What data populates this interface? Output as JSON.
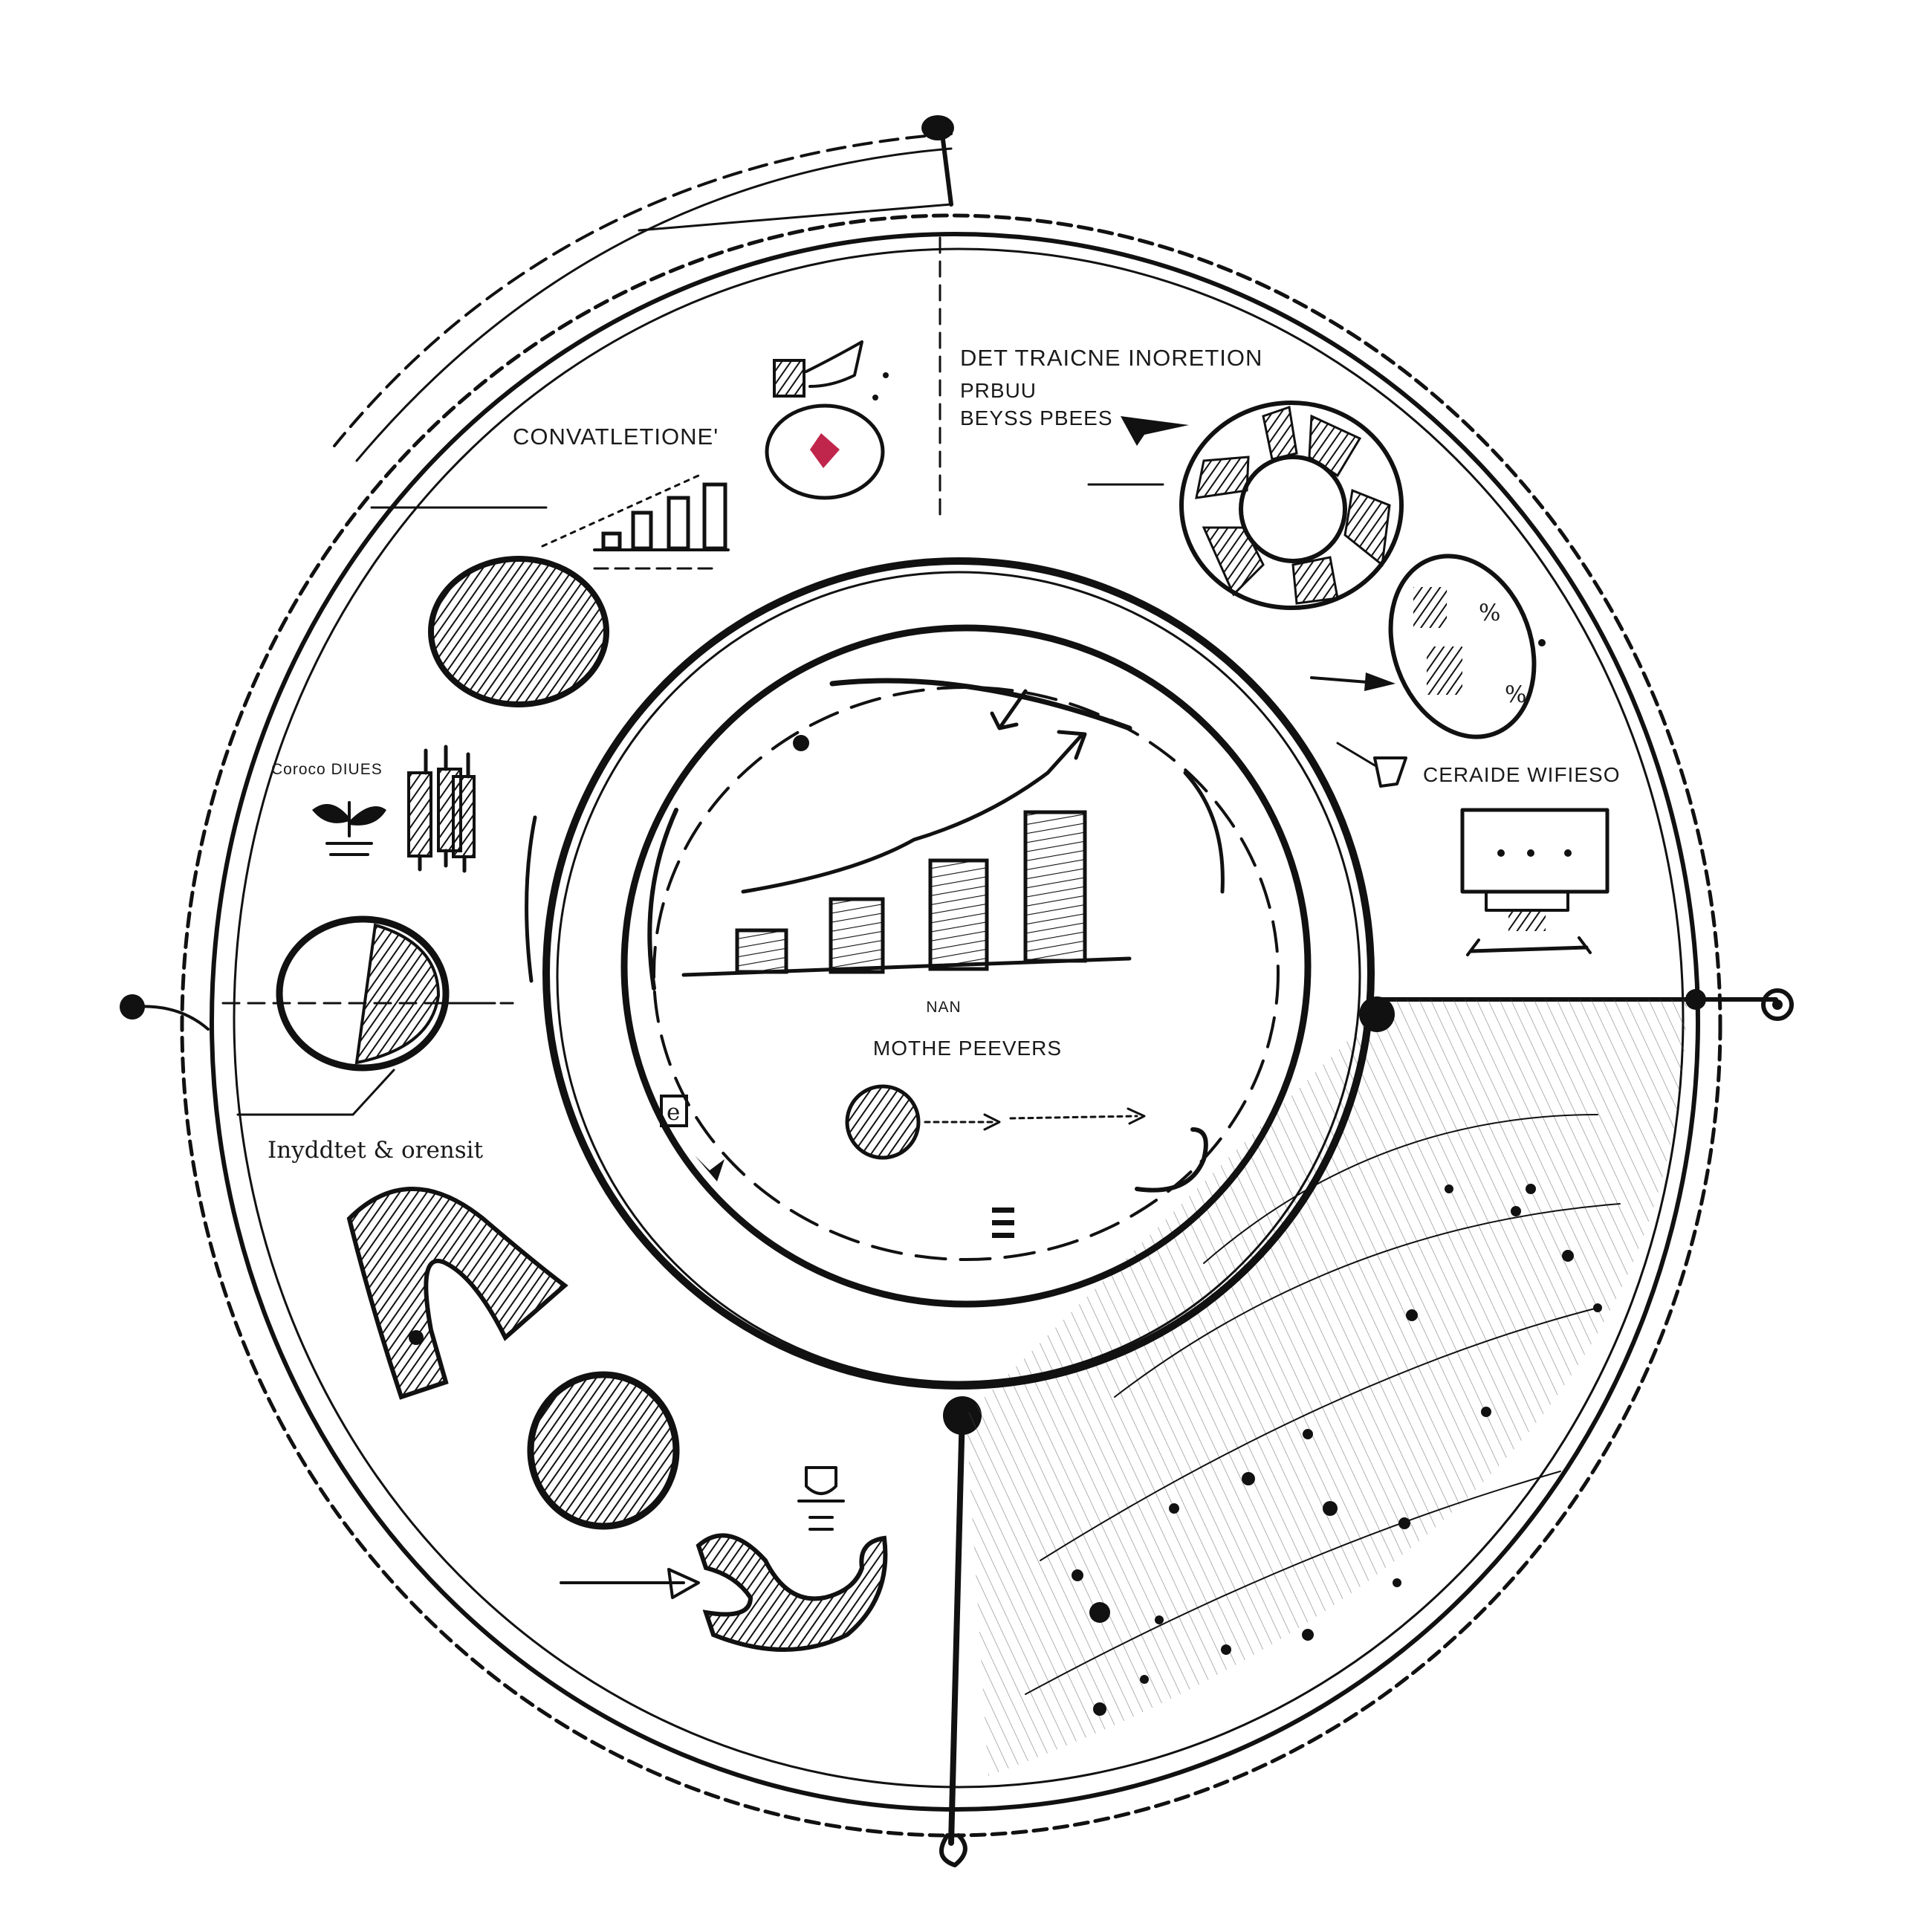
{
  "labels": {
    "top_center": "CONVATLETIONE'",
    "top_right_title": "DET TRAICNE INORETION",
    "top_right_line2": "PRBUU",
    "top_right_line3": "BEYSS PBEES",
    "left_small": "Coroco DIUES",
    "right_mid": "CERAIDE WIFIESO",
    "left_lower": "Inyddtet & orensit",
    "center_main": "NAN",
    "center_sub": "MOTHE PEEVERS",
    "center_box": "e"
  },
  "colors": {
    "ink": "#111111",
    "paper": "#ffffff",
    "accent": "#c0264b"
  },
  "icons": {
    "top_center": "compass-icon",
    "top_right": "segmented-ring-icon",
    "right_mid": "percent-chart-icon",
    "right_monitor": "monitor-icon",
    "left_top": "hatched-circle-icon",
    "left_small": "candlestick-icon",
    "left_pie": "pie-chart-icon",
    "left_horseshoe": "horseshoe-icon",
    "bottom_left": "hatched-circle-icon",
    "bottom_hook": "hook-icon",
    "center_ball": "yarn-ball-icon"
  }
}
